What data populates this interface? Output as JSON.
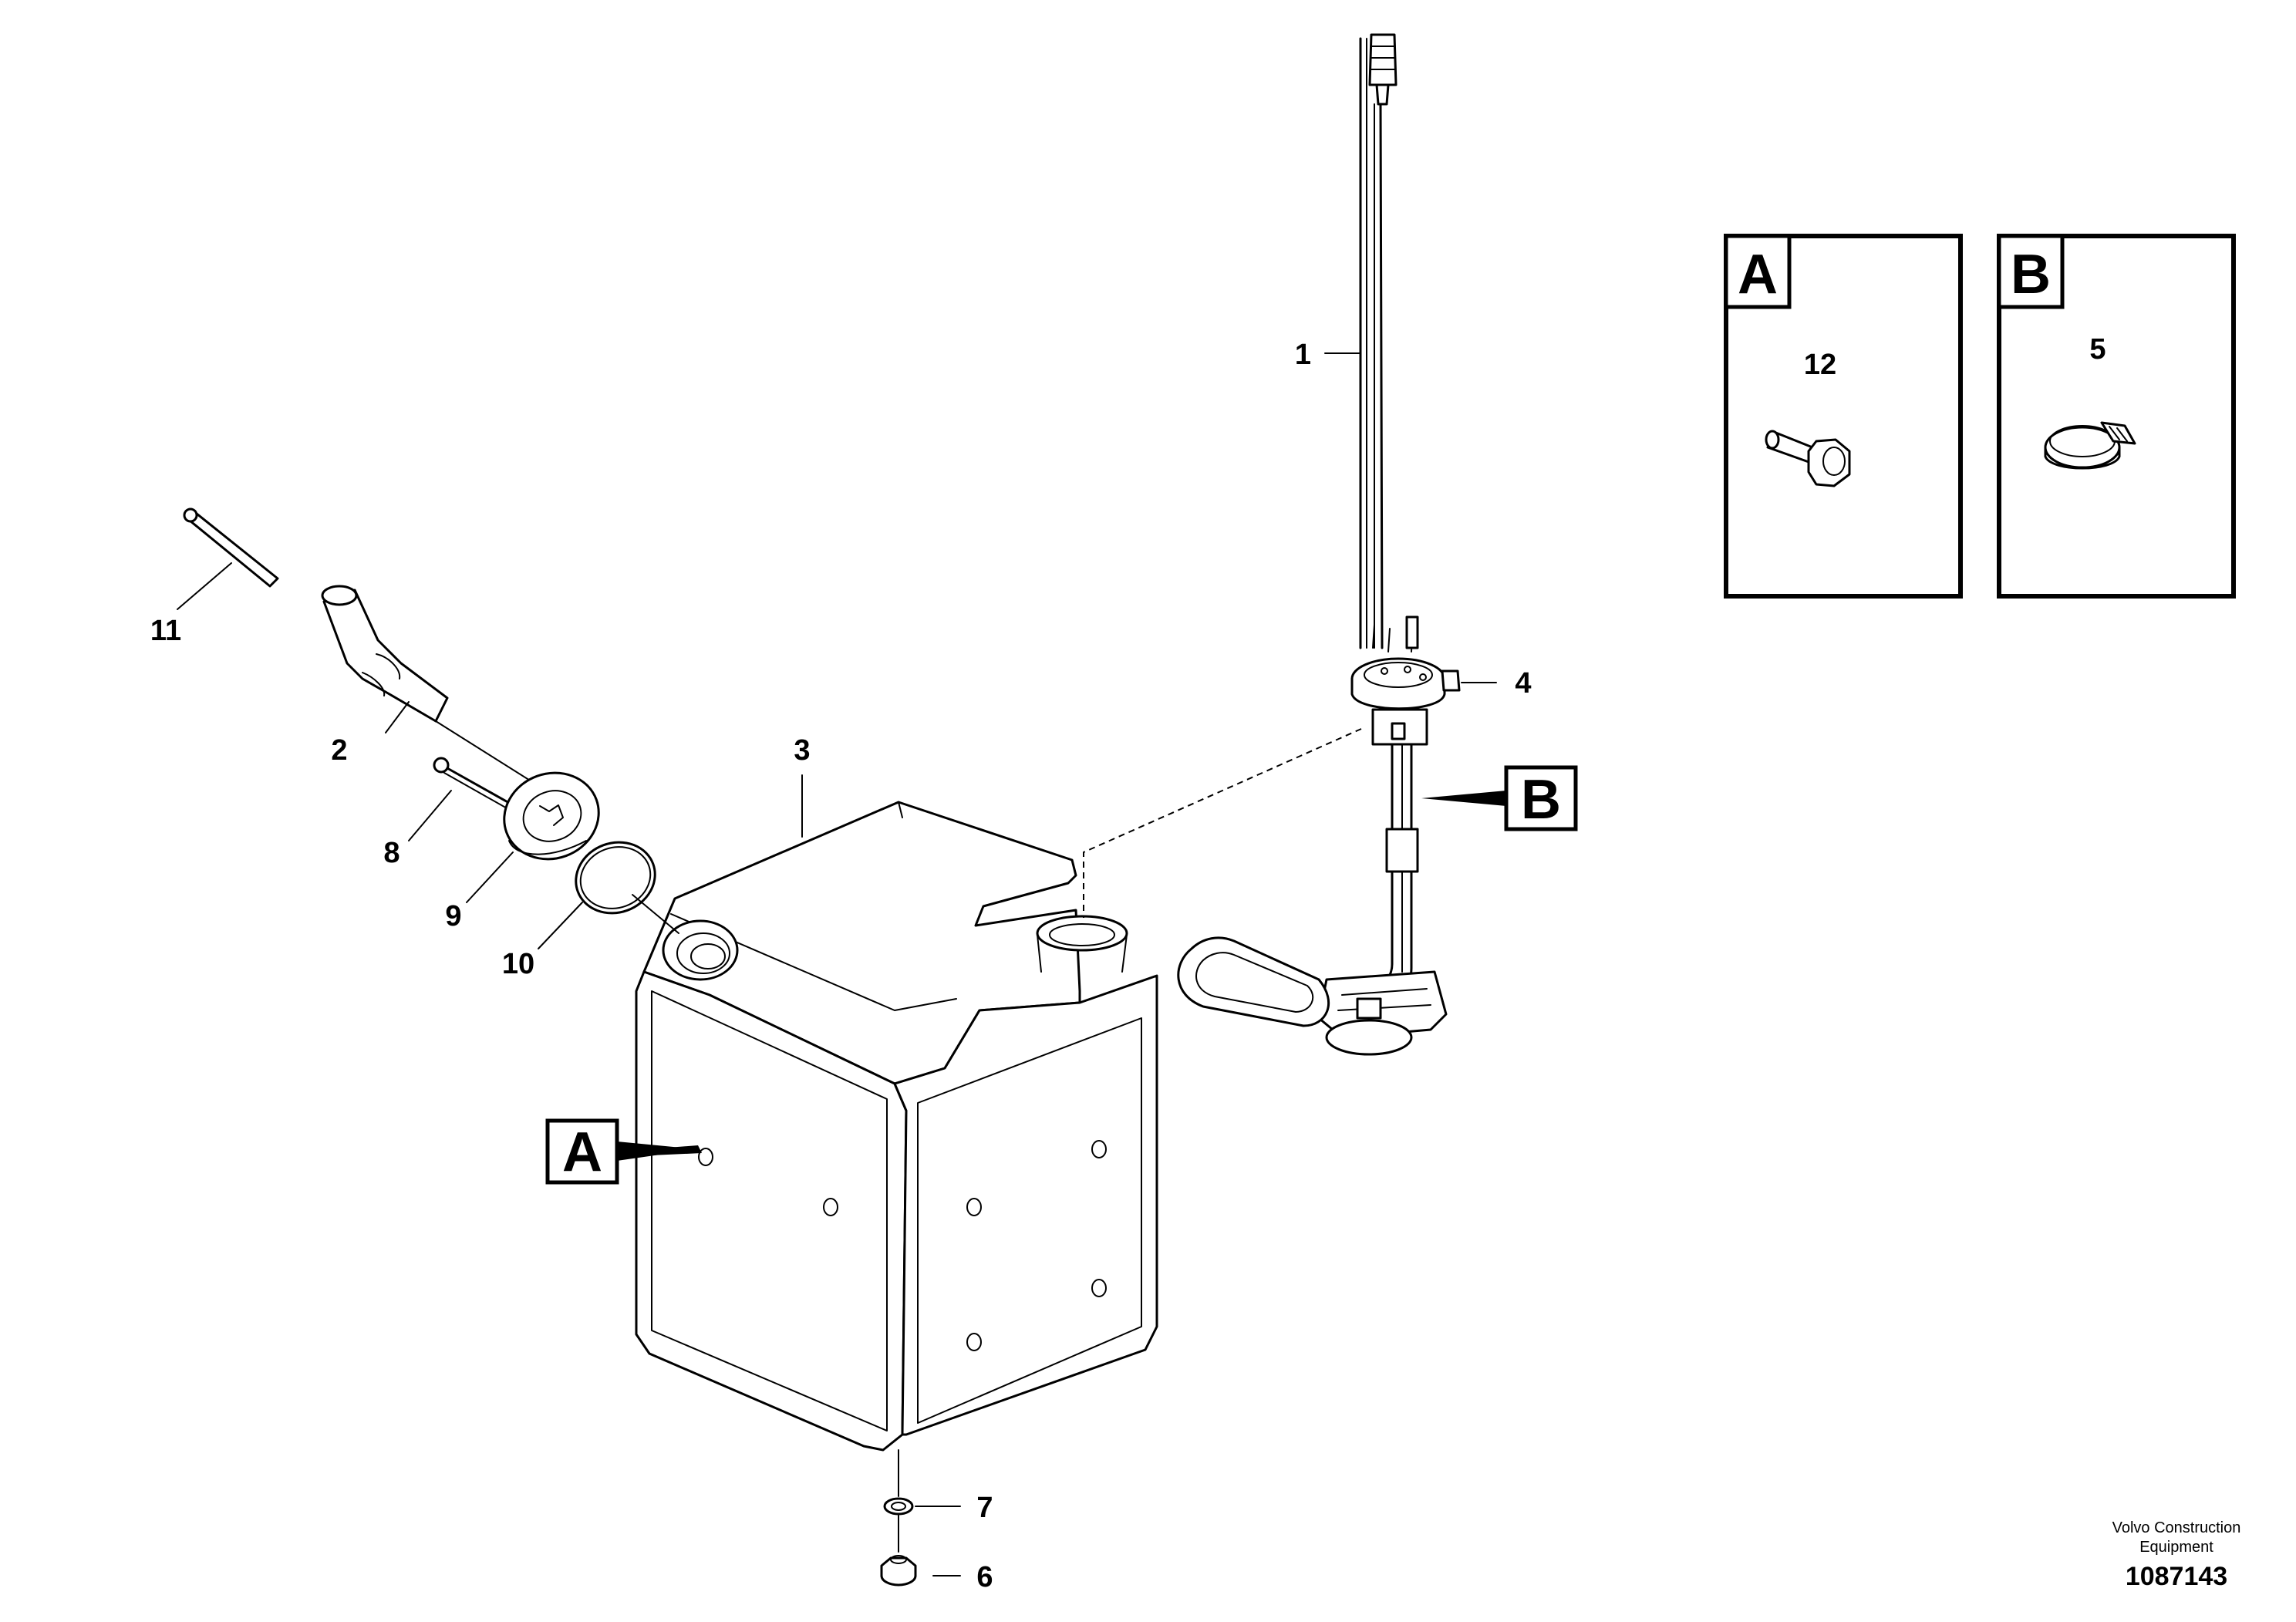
{
  "callouts": {
    "c1": "1",
    "c2": "2",
    "c3": "3",
    "c4": "4",
    "c5": "5",
    "c6": "6",
    "c7": "7",
    "c8": "8",
    "c9": "9",
    "c10": "10",
    "c11": "11",
    "c12": "12"
  },
  "detail_markers": {
    "a": "A",
    "b": "B"
  },
  "detail_boxes": {
    "a_title": "A",
    "b_title": "B"
  },
  "footer": {
    "company_line1": "Volvo Construction",
    "company_line2": "Equipment",
    "drawing_number": "1087143"
  }
}
